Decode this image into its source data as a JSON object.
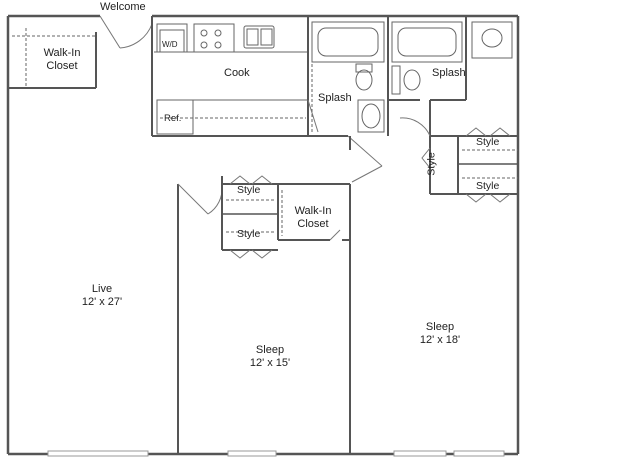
{
  "entry": {
    "label": "Welcome"
  },
  "rooms": {
    "walk_in_closet_left": {
      "line1": "Walk-In",
      "line2": "Closet"
    },
    "cook": {
      "label": "Cook"
    },
    "washer_dryer": {
      "label": "W/D"
    },
    "fridge": {
      "label": "Ref."
    },
    "splash_left": {
      "label": "Splash"
    },
    "splash_right": {
      "label": "Splash"
    },
    "live": {
      "name": "Live",
      "dims": "12' x 27'"
    },
    "sleep_middle": {
      "name": "Sleep",
      "dims": "12' x 15'"
    },
    "sleep_right": {
      "name": "Sleep",
      "dims": "12' x 18'"
    },
    "walk_in_closet_middle": {
      "line1": "Walk-In",
      "line2": "Closet"
    }
  },
  "style_closets": {
    "middle_top": "Style",
    "middle_bottom": "Style",
    "right_top": "Style",
    "right_bottom": "Style",
    "right_vertical": "Style"
  }
}
